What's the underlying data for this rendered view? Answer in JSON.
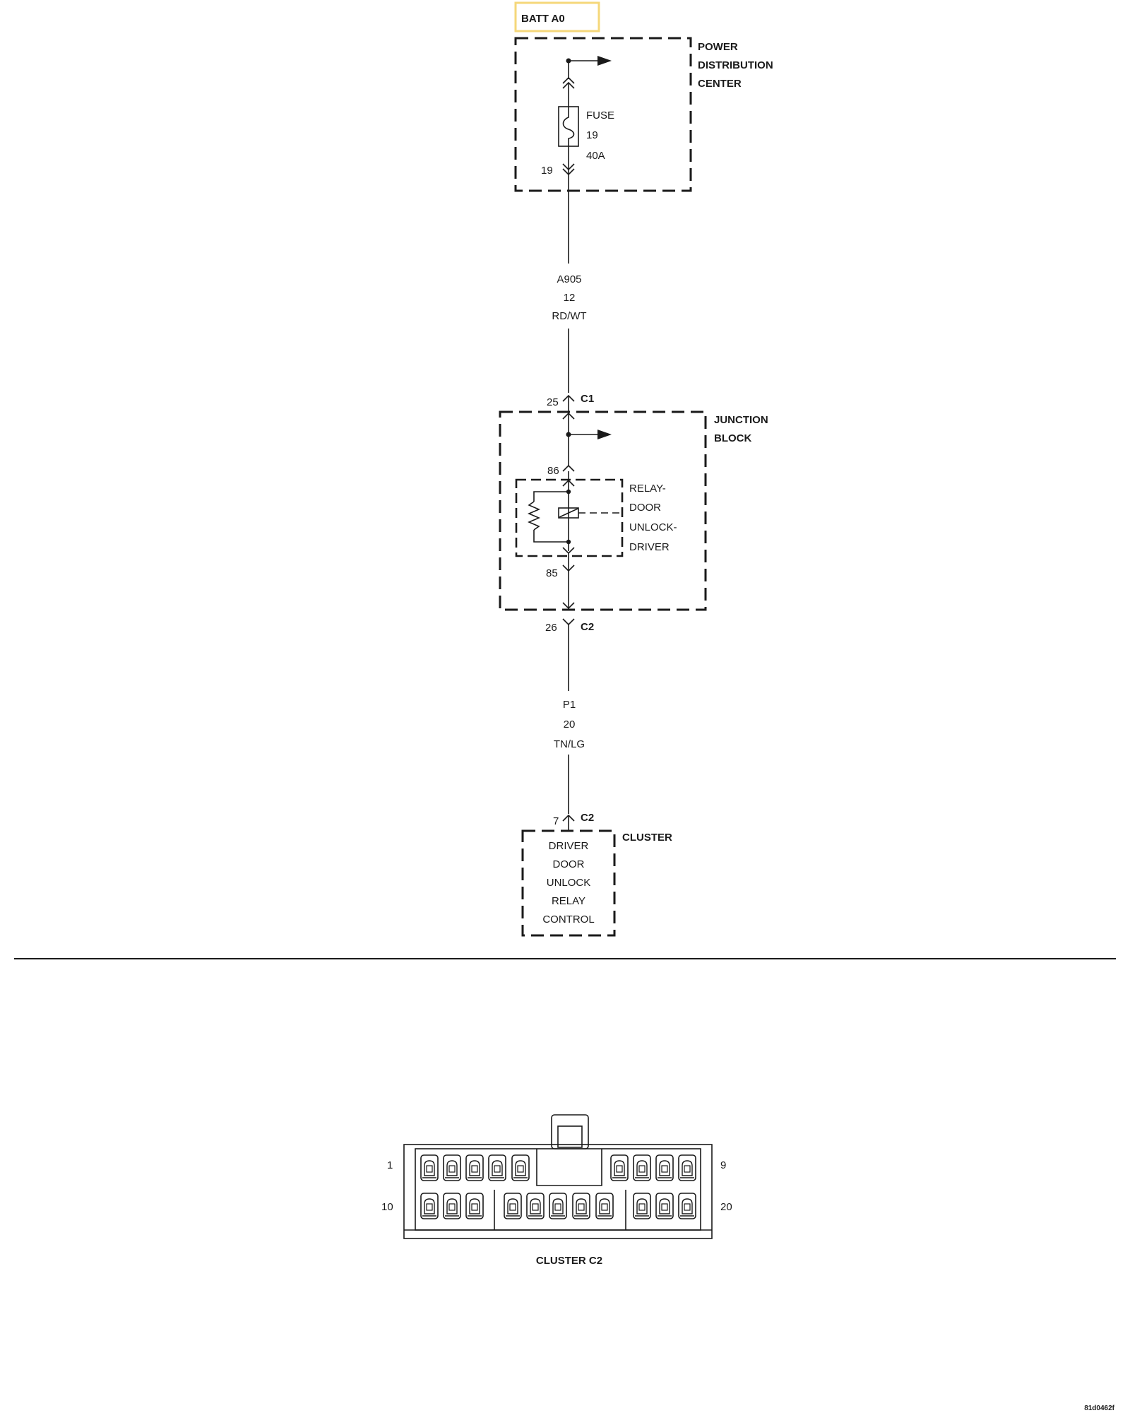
{
  "battery": {
    "label": "BATT A0",
    "highlight_color": "#f5d77a"
  },
  "pdc": {
    "title_lines": [
      "POWER",
      "DISTRIBUTION",
      "CENTER"
    ],
    "fuse_lines": [
      "FUSE",
      "19",
      "40A"
    ],
    "cavity": "19"
  },
  "wire_top": {
    "circuit": "A905",
    "gauge": "12",
    "color": "RD/WT"
  },
  "junction_block": {
    "title_lines": [
      "JUNCTION",
      "BLOCK"
    ],
    "input_pin": "25",
    "input_connector": "C1",
    "relay_lines": [
      "RELAY-",
      "DOOR",
      "UNLOCK-",
      "DRIVER"
    ],
    "relay_pin_in": "86",
    "relay_pin_out": "85",
    "output_pin": "26",
    "output_connector": "C2"
  },
  "wire_bottom": {
    "circuit": "P1",
    "gauge": "20",
    "color": "TN/LG"
  },
  "cluster": {
    "title": "CLUSTER",
    "pin": "7",
    "connector": "C2",
    "function_lines": [
      "DRIVER",
      "DOOR",
      "UNLOCK",
      "RELAY",
      "CONTROL"
    ]
  },
  "connector_view": {
    "caption": "CLUSTER C2",
    "pin_top_left": "1",
    "pin_top_right": "9",
    "pin_bottom_left": "10",
    "pin_bottom_right": "20"
  },
  "figure_id": "81d0462f"
}
